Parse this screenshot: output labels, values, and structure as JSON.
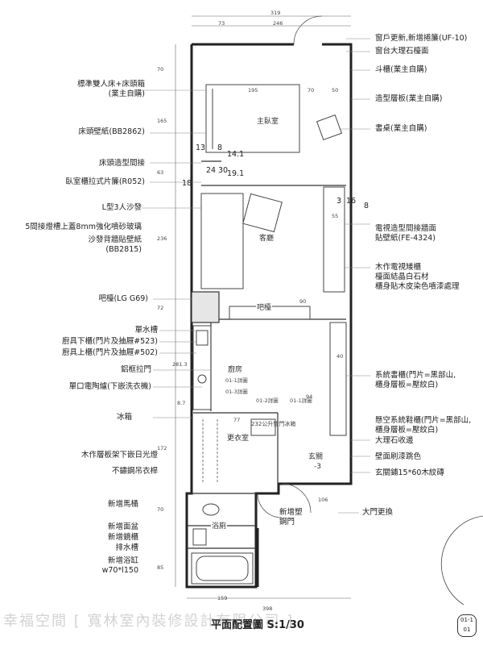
{
  "title": "平面配置圖 S:1/30",
  "watermark": "幸福空間 [ 寬林室內裝修設計有限公司 ]",
  "sheet": {
    "number": "01-1",
    "sub": "01"
  },
  "rooms": {
    "master_bedroom": "主臥室",
    "living": "客廳",
    "bar": "吧檯",
    "kitchen": "廚房",
    "closet": "更衣室",
    "entry": "玄關",
    "entry_sub": "-3",
    "bath": "浴廁",
    "fridge_note": "232公升雙門冰箱"
  },
  "left_labels": [
    "標準雙人床+床頭箱\n(業主自購)",
    "床頭壁紙(BB2862)",
    "床頭造型間接",
    "臥室櫃拉式片簾(R052)",
    "L型3人沙發",
    "5間接燈槽上蓋8mm強化噴砂玻璃",
    "沙發背牆貼壁紙\n(BB2815)",
    "吧檯(LG G69)",
    "單水槽",
    "廚具下櫃(門片及抽屜#523)",
    "廚具上櫃(門片及抽屜#502)",
    "鋁框拉門",
    "單口電陶爐(下嵌洗衣機)",
    "冰箱",
    "木作層板架下嵌日光燈",
    "不鏽鋼吊衣桿",
    "新增馬桶",
    "新增面盆",
    "新增鏡櫃",
    "排水槽",
    "新增浴缸\nw70*l150"
  ],
  "right_labels": [
    "窗戶更新,新增捲簾(UF-10)",
    "窗台大理石檯面",
    "斗櫃(業主自購)",
    "造型層板(業主自購)",
    "書桌(業主自購)",
    "電視造型間接牆面\n貼壁紙(FE-4324)",
    "木作電視矮櫃\n檯面結晶白石材\n櫃身貼木皮染色噴漆處理",
    "系統書櫃(門片=黑部山,\n櫃身層板=壓紋白)",
    "懸空系統鞋櫃(門片=黑部山,\n櫃身層板=壓紋白)",
    "大理石收邊",
    "壁面刷漆跳色",
    "玄關鋪15*60木紋磚"
  ],
  "bottom_labels": [
    "新增塑\n鋼門",
    "大門更換"
  ],
  "dimensions": {
    "top": [
      "319",
      "73",
      "246"
    ],
    "bottom": [
      "159",
      "398",
      "106"
    ],
    "bedroom": [
      "195",
      "70",
      "50"
    ],
    "side": [
      "70",
      "165",
      "63",
      "236",
      "72",
      "281.3",
      "172",
      "70",
      "85"
    ],
    "misc": [
      "13",
      "8",
      "14.1",
      "24",
      "30",
      "19.1",
      "18",
      "3",
      "16",
      "8",
      "55",
      "90",
      "94",
      "77",
      "40",
      "8.7",
      "01-1詳圖",
      "01-2詳圖",
      "01-3詳圖",
      "01-1詳圖"
    ]
  }
}
